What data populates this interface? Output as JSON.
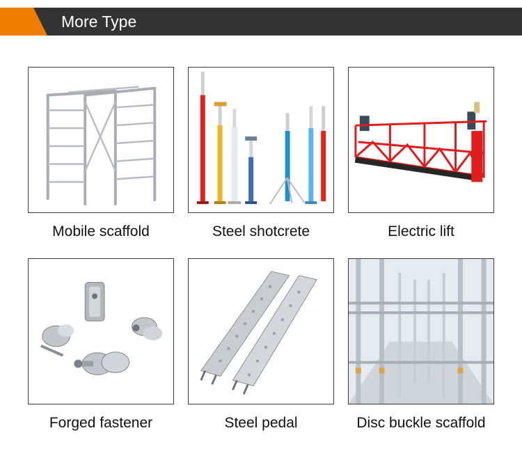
{
  "header": {
    "title": "More Type"
  },
  "colors": {
    "accent": "#ee7d00",
    "banner": "#333333"
  },
  "products": [
    {
      "name": "Mobile scaffold",
      "icon": "scaffold-frame-image"
    },
    {
      "name": "Steel shotcrete",
      "icon": "steel-props-image"
    },
    {
      "name": "Electric lift",
      "icon": "suspended-platform-image"
    },
    {
      "name": "Forged fastener",
      "icon": "couplers-image"
    },
    {
      "name": "Steel pedal",
      "icon": "steel-planks-image"
    },
    {
      "name": "Disc buckle scaffold",
      "icon": "ringlock-scaffold-image"
    }
  ]
}
